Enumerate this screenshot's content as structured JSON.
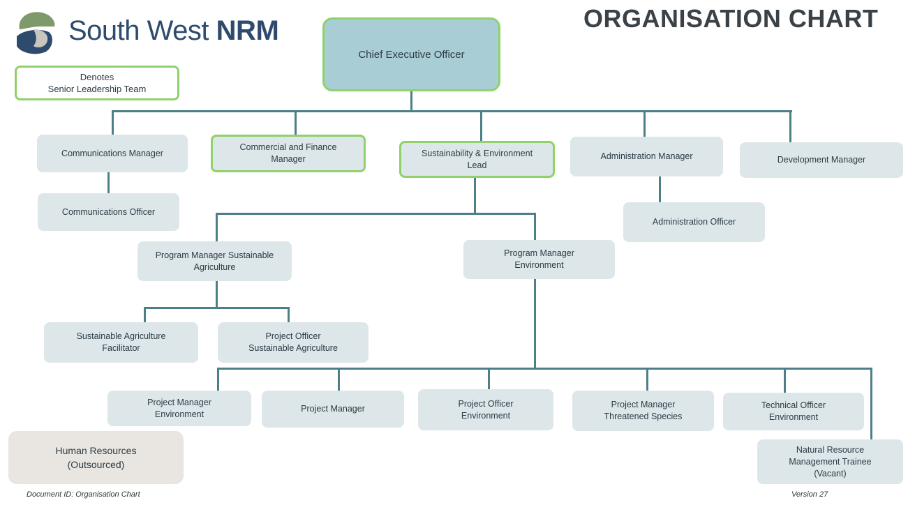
{
  "header": {
    "logo_text": "South West",
    "logo_bold": "NRM",
    "title": "ORGANISATION CHART"
  },
  "legend": {
    "line1": "Denotes",
    "line2": "Senior Leadership Team"
  },
  "nodes": {
    "ceo": "Chief Executive Officer",
    "comm_mgr": "Communications Manager",
    "comm_off": "Communications Officer",
    "cf_mgr_1": "Commercial and Finance",
    "cf_mgr_2": "Manager",
    "se_lead_1": "Sustainability & Environment",
    "se_lead_2": "Lead",
    "admin_mgr": "Administration Manager",
    "admin_off": "Administration Officer",
    "dev_mgr": "Development Manager",
    "pm_sa_1": "Program Manager Sustainable",
    "pm_sa_2": "Agriculture",
    "pm_env_1": "Program Manager",
    "pm_env_2": "Environment",
    "saf_1": "Sustainable Agriculture",
    "saf_2": "Facilitator",
    "posa_1": "Project Officer",
    "posa_2": "Sustainable Agriculture",
    "pme_1": "Project Manager",
    "pme_2": "Environment",
    "pm": "Project Manager",
    "poe_1": "Project Officer",
    "poe_2": "Environment",
    "pmts_1": "Project Manager",
    "pmts_2": "Threatened Species",
    "toe_1": "Technical Officer",
    "toe_2": "Environment",
    "nrmt_1": "Natural Resource",
    "nrmt_2": "Management Trainee",
    "nrmt_3": "(Vacant)",
    "hr_1": "Human Resources",
    "hr_2": "(Outsourced)"
  },
  "footer": {
    "doc_id": "Document ID: Organisation Chart",
    "version": "Version 27"
  },
  "colors": {
    "box_fill": "#dde7ea",
    "slt_border": "#8fd16a",
    "connector": "#4d7f86",
    "ceo_fill": "#a9cdd4",
    "hr_fill": "#e9e5e0"
  }
}
